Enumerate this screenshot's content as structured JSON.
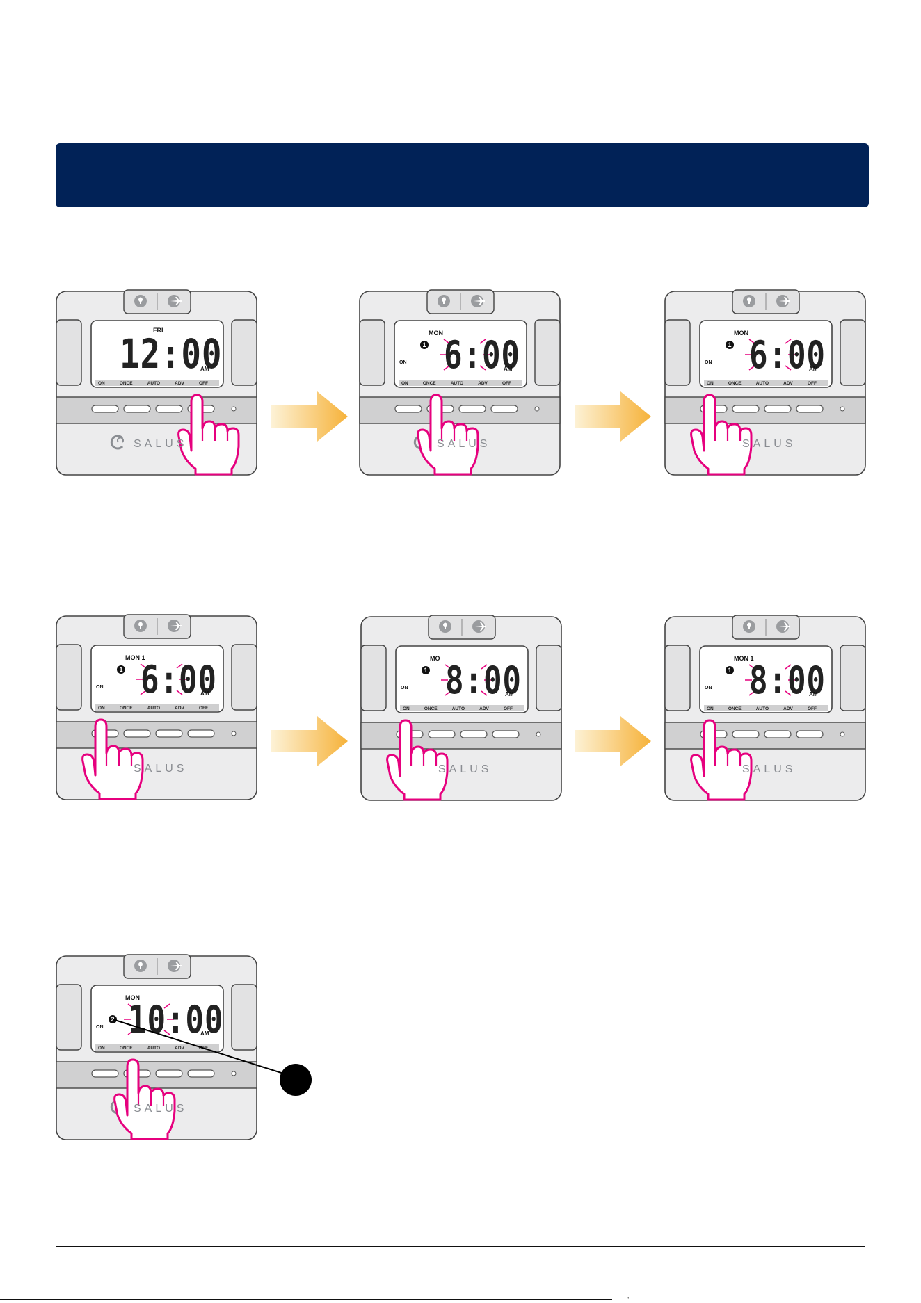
{
  "brand": {
    "logo_text": "SALUS"
  },
  "button_labels": [
    "ON",
    "ONCE",
    "AUTO",
    "ADV",
    "OFF"
  ],
  "colors": {
    "banner": "#012257",
    "hand": "#e6007e",
    "arrow": "#f6b23a",
    "blink": "#e6007e"
  },
  "icons": {
    "top_left": "bulb-icon",
    "top_right": "plane-icon"
  },
  "steps": [
    {
      "day": "FRI",
      "time": "12:00",
      "ampm": "AM",
      "badge": "",
      "mode": "",
      "pressed_button": 4
    },
    {
      "day": "MON",
      "time": "6:00",
      "ampm": "AM",
      "badge": "1",
      "mode": "ON",
      "pressed_button": 2
    },
    {
      "day": "MON",
      "time": "6:00",
      "ampm": "AM",
      "badge": "1",
      "mode": "ON",
      "pressed_button": 1
    },
    {
      "day": "MON 1",
      "time": "6:00",
      "ampm": "AM",
      "badge": "1",
      "mode": "ON",
      "pressed_button": 1
    },
    {
      "day": "MO",
      "time": "8:00",
      "ampm": "AM",
      "badge": "1",
      "mode": "ON",
      "pressed_button": 1
    },
    {
      "day": "MON 1",
      "time": "8:00",
      "ampm": "AM",
      "badge": "1",
      "mode": "ON",
      "pressed_button": 1
    },
    {
      "day": "MON",
      "time": "10:00",
      "ampm": "AM",
      "badge": "2",
      "mode": "ON",
      "pressed_button": 2
    }
  ],
  "footer": {
    "mark": "”"
  }
}
